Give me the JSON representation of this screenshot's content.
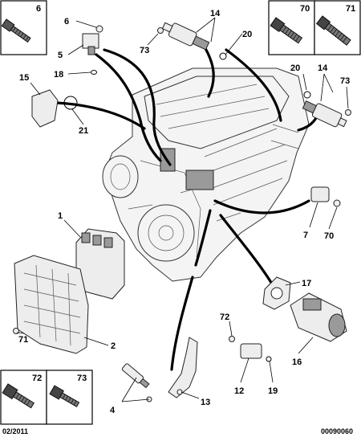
{
  "corner_boxes": [
    {
      "id": "box-6",
      "label": "6"
    },
    {
      "id": "box-70",
      "label": "70"
    },
    {
      "id": "box-71",
      "label": "71"
    },
    {
      "id": "box-72",
      "label": "72"
    },
    {
      "id": "box-73",
      "label": "73"
    }
  ],
  "callouts": {
    "c6": "6",
    "c5": "5",
    "c18": "18",
    "c73a": "73",
    "c14a": "14",
    "c20a": "20",
    "c15": "15",
    "c21": "21",
    "c20b": "20",
    "c14b": "14",
    "c73b": "73",
    "c1": "1",
    "c7": "7",
    "c70": "70",
    "c17": "17",
    "c72": "72",
    "c71": "71",
    "c2": "2",
    "c16": "16",
    "c12": "12",
    "c19": "19",
    "c4": "4",
    "c13": "13"
  },
  "footer": {
    "date": "02/2011",
    "ref": "00090060"
  }
}
